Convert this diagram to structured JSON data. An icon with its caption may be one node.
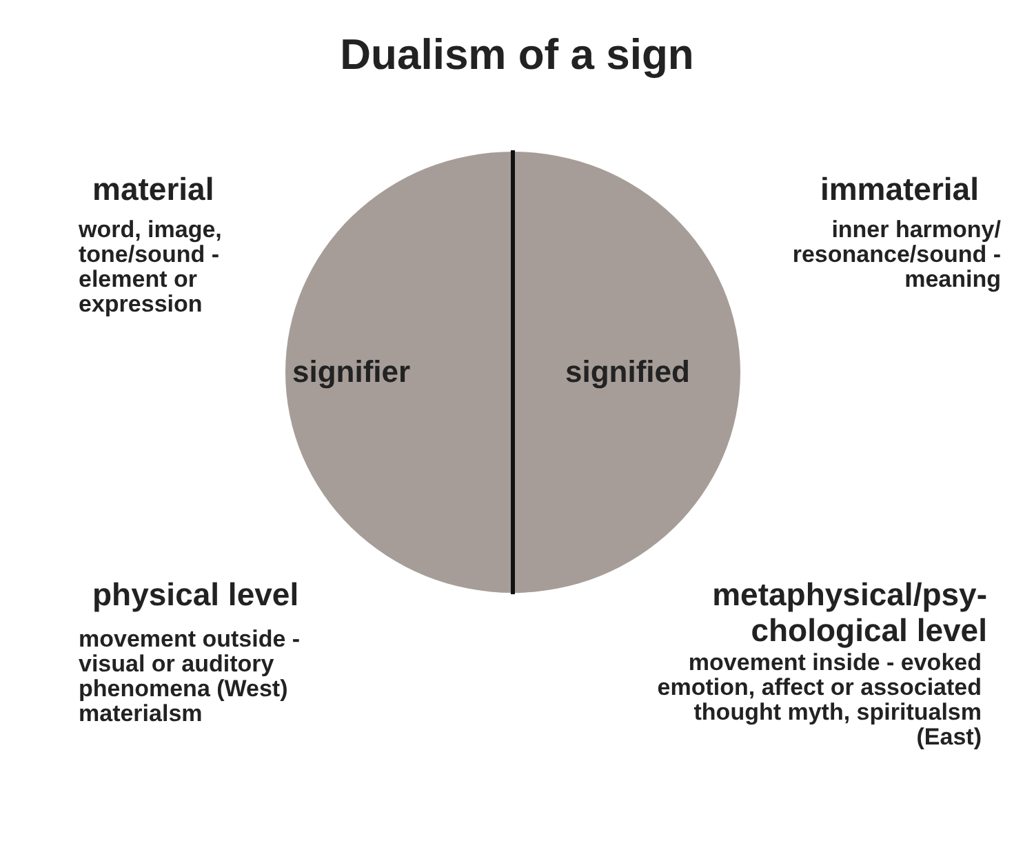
{
  "diagram": {
    "title": "Dualism of a sign",
    "nodes": [
      {
        "text": [
          "signifier"
        ]
      },
      {
        "text": [
          "signified"
        ]
      }
    ],
    "edges": [],
    "labels": [
      "material",
      "word, image, tone/sound - element or expression",
      "immaterial",
      "inner harmony/ resonance/sound - meaning",
      "physical level",
      "movement outside - visual or auditory phenomena (West) materialsm",
      "metaphysical/psy- chological level",
      "movement inside - evoked emotion, affect or associated thought myth, spiritualsm (East)"
    ]
  }
}
